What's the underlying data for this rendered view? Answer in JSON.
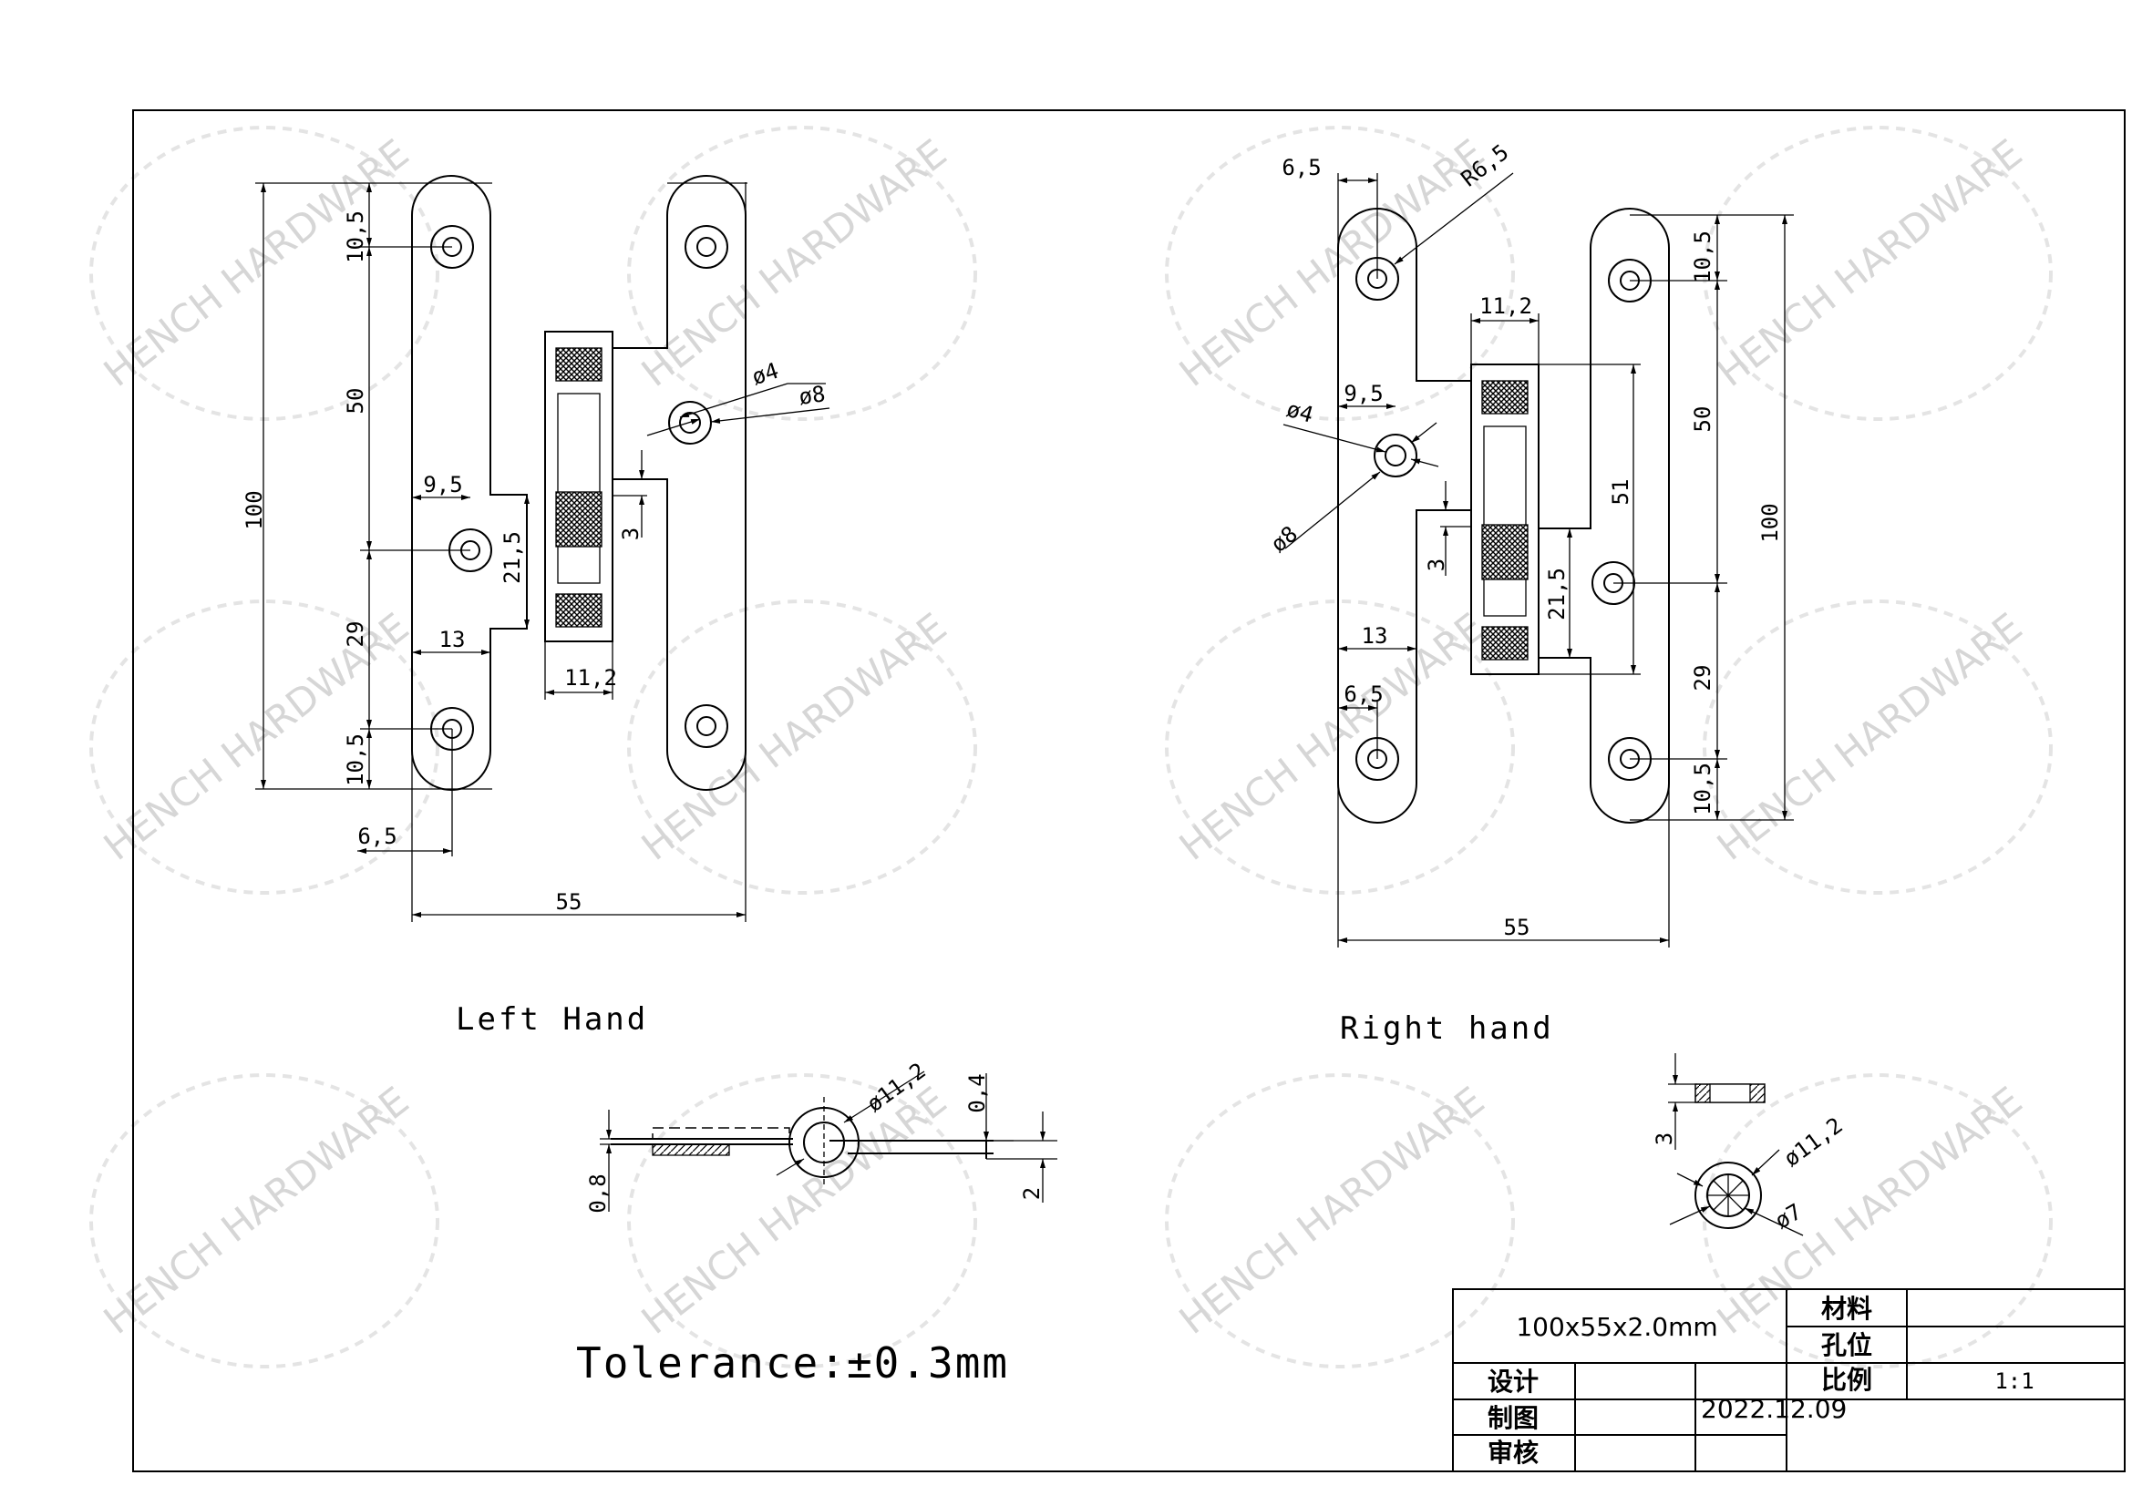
{
  "watermark": "HENCH HARDWARE",
  "left": {
    "caption": "Left Hand",
    "dims": {
      "d100": "100",
      "d50": "50",
      "d29": "29",
      "d105a": "10,5",
      "d105b": "10,5",
      "d95": "9,5",
      "d13": "13",
      "d65": "6,5",
      "d55": "55",
      "d215": "21,5",
      "d3": "3",
      "d112": "11,2",
      "phi4": "ø4",
      "phi8": "ø8"
    }
  },
  "right": {
    "caption": "Right hand",
    "dims": {
      "d65top": "6,5",
      "r65": "R6,5",
      "d112": "11,2",
      "d95": "9,5",
      "phi4": "ø4",
      "phi8": "ø8",
      "d3": "3",
      "d215": "21,5",
      "d51": "51",
      "d13": "13",
      "d65b": "6,5",
      "d55": "55",
      "d105a": "10,5",
      "d50": "50",
      "d100": "100",
      "d29": "29",
      "d105b": "10,5"
    }
  },
  "side_view": {
    "phi112": "ø11,2",
    "d04": "0,4",
    "d08": "0,8",
    "d2": "2"
  },
  "washer": {
    "d3": "3",
    "phi112": "ø11,2",
    "phi7": "ø7"
  },
  "tolerance": "Tolerance:±0.3mm",
  "title_block": {
    "spec": "100x55x2.0mm",
    "material_label": "材料",
    "hole_label": "孔位",
    "scale_label": "比例",
    "scale_value": "1:1",
    "design_label": "设计",
    "draw_label": "制图",
    "draw_date": "2022.12.09",
    "review_label": "审核"
  }
}
